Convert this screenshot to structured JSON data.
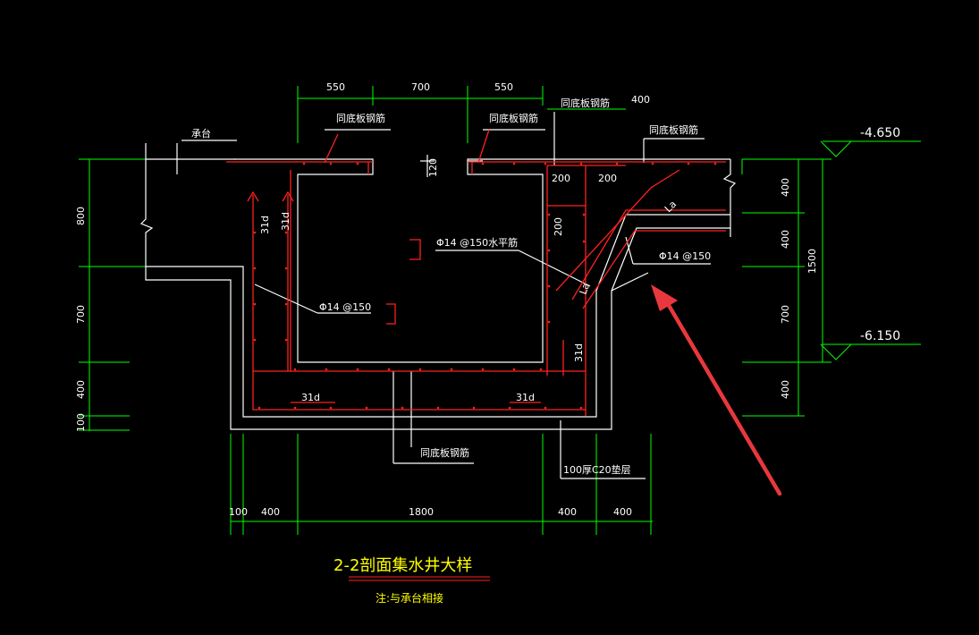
{
  "dims_top": [
    "550",
    "700",
    "550",
    "400"
  ],
  "dims_bottom": [
    "100",
    "400",
    "1800",
    "400",
    "400"
  ],
  "dims_left": [
    "800",
    "700",
    "400",
    "100"
  ],
  "dims_right": [
    "400",
    "400",
    "700",
    "400",
    "1500"
  ],
  "dims_inner": [
    "120",
    "200",
    "200",
    "200"
  ],
  "elevations": [
    "-4.650",
    "-6.150"
  ],
  "labels": {
    "cap": "承台",
    "same_bottom": "同底板钢筋",
    "rebar_main": "Φ14 @150",
    "rebar_horizontal": "Φ14 @150水平筋",
    "rebar_right": "Φ14 @150",
    "anchor": "31d",
    "la": "La",
    "cushion": "100厚C20垫层"
  },
  "title": "2-2剖面集水井大样",
  "note": "注:与承台相接",
  "colors": {
    "background": "#000000",
    "dimension": "#00ff00",
    "outline": "#ffffff",
    "rebar": "#ff2020",
    "title": "#ffff00",
    "arrow": "#e8383d"
  }
}
